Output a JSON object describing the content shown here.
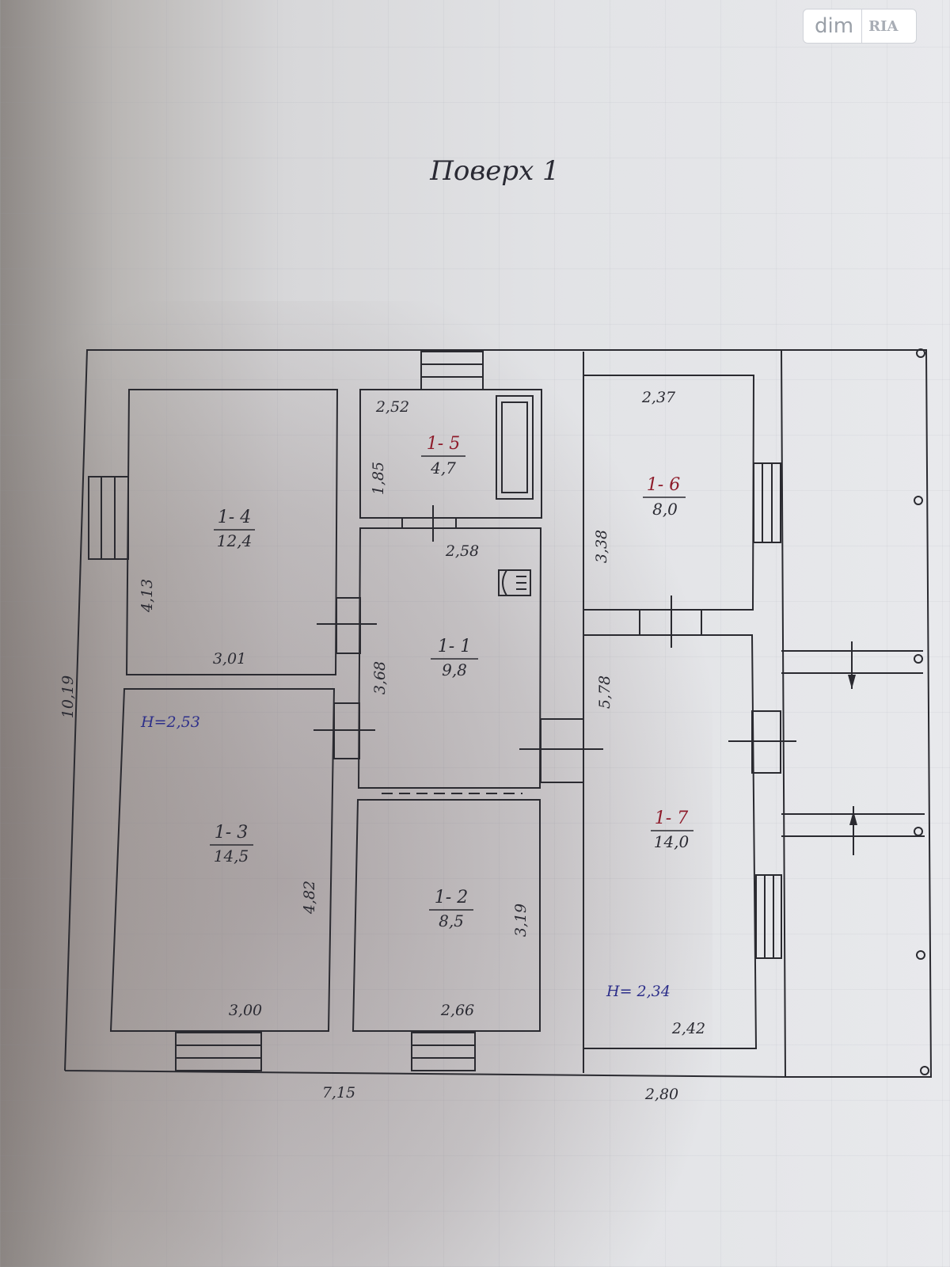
{
  "title": "Поверх 1",
  "logo": {
    "brand": "dim",
    "brand_suffix": "RIA"
  },
  "colors": {
    "line": "#2a2a30",
    "room_id_red": "#8e1b2a",
    "room_id_dark": "#2b2b33",
    "height_blue": "#2d2f8a"
  },
  "overall": {
    "height": "10,19",
    "width_left": "7,15",
    "width_right": "2,80"
  },
  "rooms": [
    {
      "id": "1- 1",
      "area": "9,8",
      "dims": [
        "2,58",
        "3,68"
      ]
    },
    {
      "id": "1- 2",
      "area": "8,5",
      "dims": [
        "2,66",
        "3,19"
      ]
    },
    {
      "id": "1- 3",
      "area": "14,5",
      "dims": [
        "3,00",
        "4,82"
      ],
      "height": "H=2,53"
    },
    {
      "id": "1- 4",
      "area": "12,4",
      "dims": [
        "3,01",
        "4,13"
      ]
    },
    {
      "id": "1- 5",
      "area": "4,7",
      "dims": [
        "2,52",
        "1,85"
      ]
    },
    {
      "id": "1- 6",
      "area": "8,0",
      "dims": [
        "2,37",
        "3,38"
      ]
    },
    {
      "id": "1- 7",
      "area": "14,0",
      "dims": [
        "2,42",
        "5,78"
      ],
      "height": "H= 2,34"
    }
  ]
}
